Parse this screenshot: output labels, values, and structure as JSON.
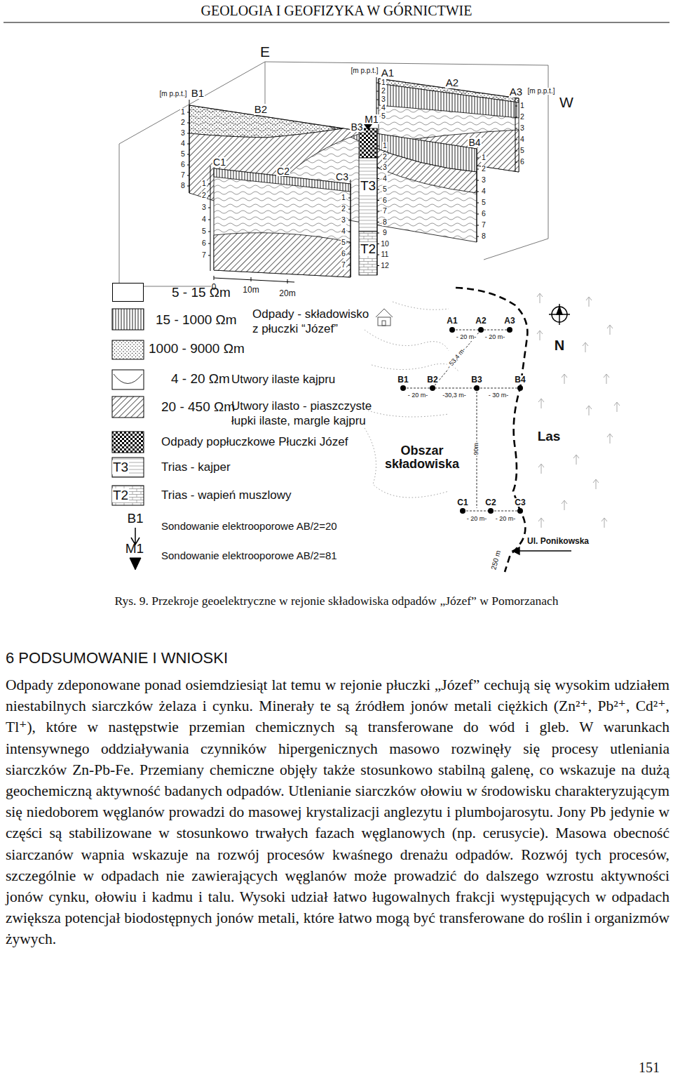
{
  "diagram": {
    "title": "GEOLOGIA I GEOFIZYKA W GÓRNICTWIE",
    "caption": "Rys. 9. Przekroje geoelektryczne w rejonie składowiska odpadów „Józef” w Pomorzanach",
    "labels": [
      "6 PODSUMOWANIE I WNIOSKI",
      "Odpady zdeponowane ponad osiemdziesiąt lat temu w rejonie płuczki „Józef” cechują się wysokim udziałem niestabilnych siarczków żelaza i cynku. Minerały te są źródłem jonów metali ciężkich (Zn²⁺, Pb²⁺, Cd²⁺, Tl⁺), które w następstwie przemian chemicznych są transferowane do wód i gleb. W warunkach intensywnego oddziaływania czynników hipergenicznych masowo rozwinęły się procesy utleniania siarczków Zn-Pb-Fe. Przemiany chemiczne objęły także stosunkowo stabilną galenę, co wskazuje na dużą geochemiczną aktywność badanych odpadów. Utlenianie siarczków ołowiu w środowisku charakteryzującym się niedoborem węglanów prowadzi do masowej krystalizacji anglezytu i plumbojarosytu. Jony Pb jedynie w części są stabilizowane w stosunkowo trwałych fazach węglanowych (np. cerusycie). Masowa obecność siarczanów wapnia wskazuje na rozwój procesów kwaśnego drenażu odpadów. Rozwój tych procesów, szczególnie w odpadach nie zawierających węglanów może prowadzić do dalszego wzrostu aktywności jonów cynku, ołowiu i kadmu i talu. Wysoki udział łatwo ługowalnych frakcji występujących w odpadach zwiększa potencjał biodostępnych jonów metali, które łatwo mogą być transferowane do roślin i organizmów żywych.",
      "151",
      "E",
      "W",
      "[m p.p.t.]",
      "B1",
      "[m p.p.t.]",
      "A1",
      "A2",
      "A3",
      "[m p.p.t.]",
      "B2",
      "B3",
      "M1",
      "B4",
      "C1",
      "C2",
      "C3",
      "T3",
      "T2",
      "0",
      "10m",
      "20m",
      "1",
      "2",
      "3",
      "4",
      "5",
      "1",
      "2",
      "3",
      "4",
      "5",
      "6",
      "1",
      "2",
      "3",
      "4",
      "5",
      "6",
      "7",
      "8",
      "1",
      "2",
      "3",
      "4",
      "5",
      "6",
      "7",
      "8",
      "1",
      "2",
      "3",
      "4",
      "5",
      "6",
      "7",
      "1",
      "2",
      "3",
      "4",
      "5",
      "6",
      "7",
      "1",
      "2",
      "3",
      "4",
      "5",
      "6",
      "7",
      "8",
      "9",
      "10",
      "11",
      "12",
      "Odpady - składowisko z płuczki “Józef”",
      "Utwory ilaste kajpru",
      "Utwory ilasto - piaszczyste łupki ilaste, margle kajpru",
      "T3",
      "T2",
      "B1",
      "M1",
      "A1",
      "A2",
      "A3",
      "- 20 m-",
      "- 20 m-",
      "- 53,4 m-",
      "B1",
      "B2",
      "B3",
      "B4",
      "- 20 m-",
      "-30,3 m-",
      "- 30 m-",
      "90m",
      "C1",
      "C2",
      "C3",
      "- 20 m-",
      "- 20 m-",
      "Obszar składowiska",
      "Las",
      "N",
      "Ul. Ponikowska",
      "250 m"
    ],
    "legend": [
      {
        "text": "5 - 15 Ωm",
        "color": "#ffffff"
      },
      {
        "text": "15 - 1000 Ωm"
      },
      {
        "text": "1000 - 9000 Ωm"
      },
      {
        "text": "4 - 20 Ωm"
      },
      {
        "text": "20 - 450 Ωm"
      },
      {
        "text": "Odpady popłuczkowe Płuczki Józef"
      },
      {
        "text": "Trias - kajper"
      },
      {
        "text": "Trias - wapień muszlowy"
      },
      {
        "text": "Sondowanie elektrooporowe AB/2=20"
      },
      {
        "text": "Sondowanie elektrooporowe AB/2=81"
      }
    ]
  }
}
